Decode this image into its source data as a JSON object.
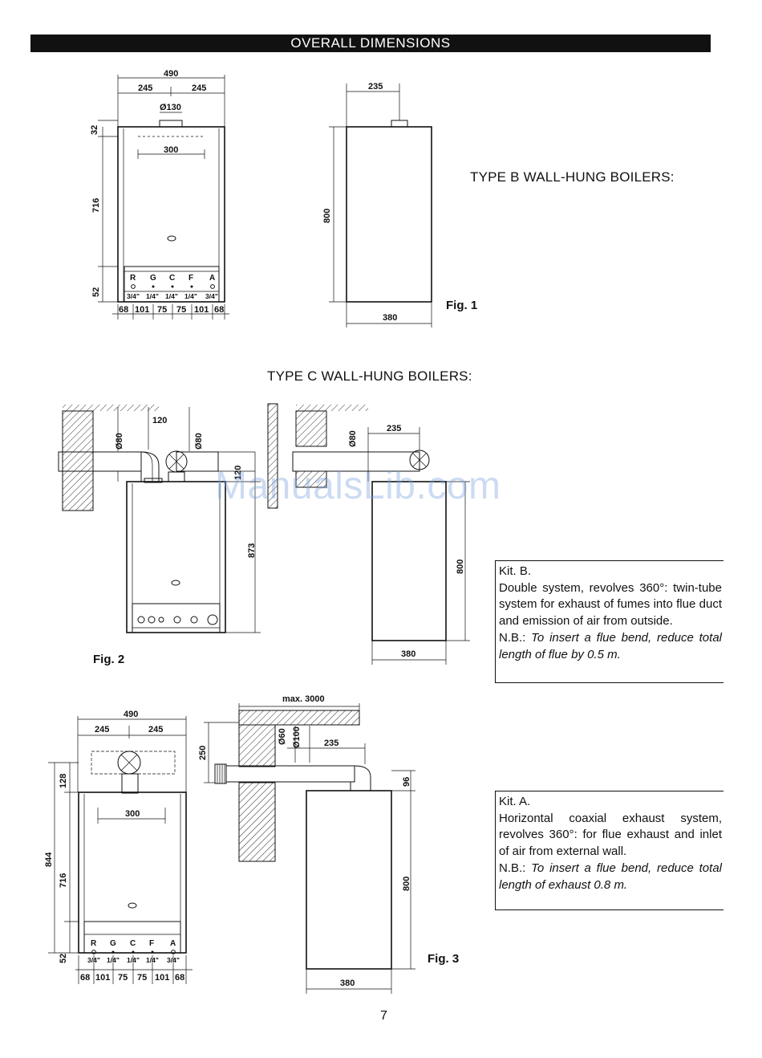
{
  "header": {
    "title": "OVERALL DIMENSIONS"
  },
  "sections": {
    "type_b": "TYPE B WALL-HUNG BOILERS:",
    "type_c": "TYPE C WALL-HUNG BOILERS:"
  },
  "figures": {
    "fig1": "Fig. 1",
    "fig2": "Fig. 2",
    "fig3": "Fig. 3"
  },
  "fig1_dims": {
    "width_total": "490",
    "half_left": "245",
    "half_right": "245",
    "flue_diameter": "Ø130",
    "inner_width": "300",
    "top_gap": "32",
    "body_height": "716",
    "bottom_height": "52",
    "connections": [
      "R",
      "G",
      "C",
      "F",
      "A"
    ],
    "connection_sizes": [
      "3/4\"",
      "1/4\"",
      "1/4\"",
      "1/4\"",
      "3/4\""
    ],
    "spacings": [
      "68",
      "101",
      "75",
      "75",
      "101",
      "68"
    ],
    "side_depth": "235",
    "side_height": "800",
    "side_width": "380"
  },
  "fig2_dims": {
    "d80_a": "Ø80",
    "offset": "120",
    "d80_b": "Ø80",
    "pipe_gap": "120",
    "height": "873",
    "d80_c": "Ø80",
    "side_depth": "235",
    "side_height": "800",
    "side_width": "380"
  },
  "fig3_dims": {
    "width_total": "490",
    "half_left": "245",
    "half_right": "245",
    "top_height": "128",
    "total_height": "844",
    "body_height": "716",
    "inner_width": "300",
    "bottom_height": "52",
    "connections": [
      "R",
      "G",
      "C",
      "F",
      "A"
    ],
    "connection_sizes": [
      "3/4\"",
      "1/4\"",
      "1/4\"",
      "1/4\"",
      "3/4\""
    ],
    "spacings": [
      "68",
      "101",
      "75",
      "75",
      "101",
      "68"
    ],
    "max_length": "max. 3000",
    "pipe_height": "250",
    "d60": "Ø60",
    "d100": "Ø100",
    "side_depth": "235",
    "top_offset": "96",
    "side_height": "800",
    "side_width": "380"
  },
  "kit_b": {
    "title": "Kit. B.",
    "body": "Double system, revolves 360°: twin-tube system for exhaust of fumes into flue duct and emission of air from outside.",
    "nb_lead": "N.B.:",
    "nb_text": "To insert a flue bend, reduce total length of flue by 0.5 m."
  },
  "kit_a": {
    "title": "Kit. A.",
    "body": "Horizontal coaxial exhaust system, revolves 360°: for flue exhaust and inlet of air from external wall.",
    "nb_lead": "N.B.:",
    "nb_text": "To insert a flue bend, reduce total length of exhaust 0.8 m."
  },
  "watermark": "ManualsLib.com",
  "page_number": "7"
}
